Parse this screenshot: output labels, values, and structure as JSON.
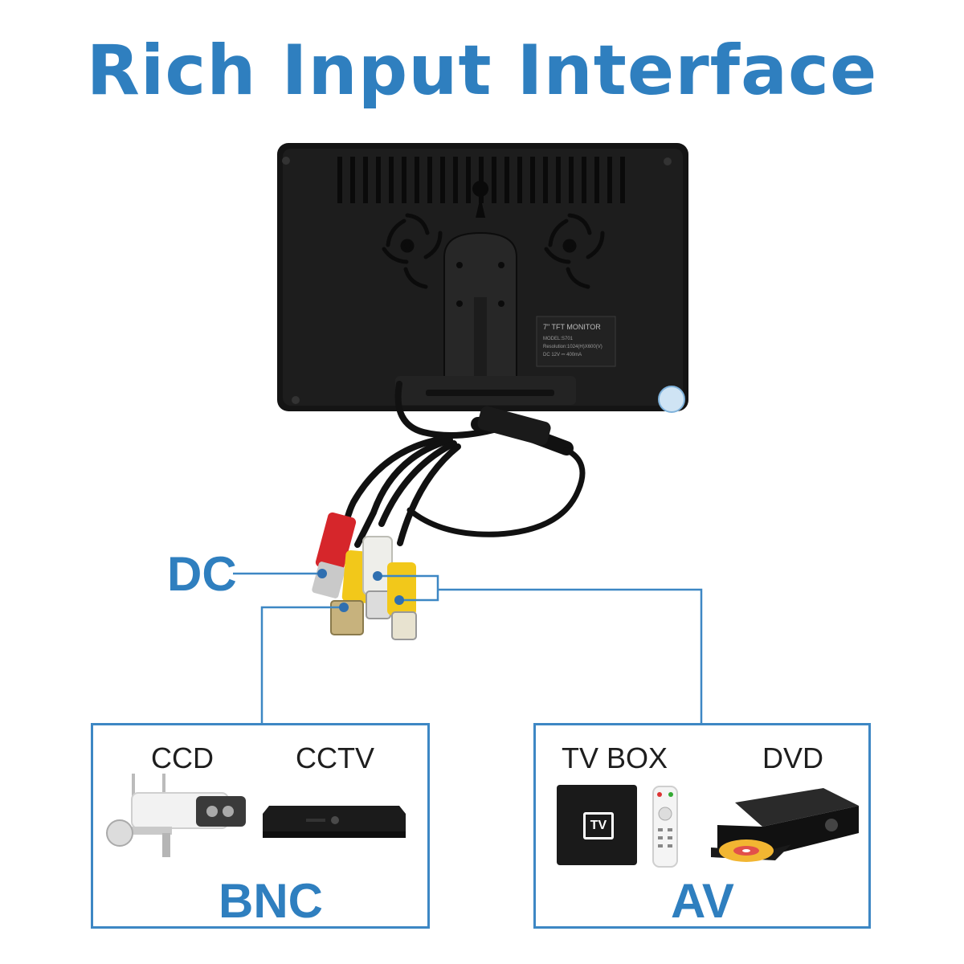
{
  "title": "Rich Input Interface",
  "monitor": {
    "label_line1": "7\" TFT MONITOR",
    "label_line2": "MODEL:S701",
    "label_line3": "Resolution:1024(H)X600(V)",
    "label_line4": "DC 12V ⎓ 400mA"
  },
  "connectors": {
    "dc_label": "DC"
  },
  "groups": {
    "bnc": {
      "label": "BNC",
      "devices": [
        "CCD",
        "CCTV"
      ]
    },
    "av": {
      "label": "AV",
      "devices": [
        "TV BOX",
        "DVD"
      ]
    }
  },
  "tvbox_logo": "TV",
  "colors": {
    "accent": "#2f7fbf",
    "line": "#3d87c4",
    "rca_red": "#d6262b",
    "rca_yellow": "#f2c81a",
    "rca_white": "#eeeeea",
    "monitor_body": "#141414"
  }
}
